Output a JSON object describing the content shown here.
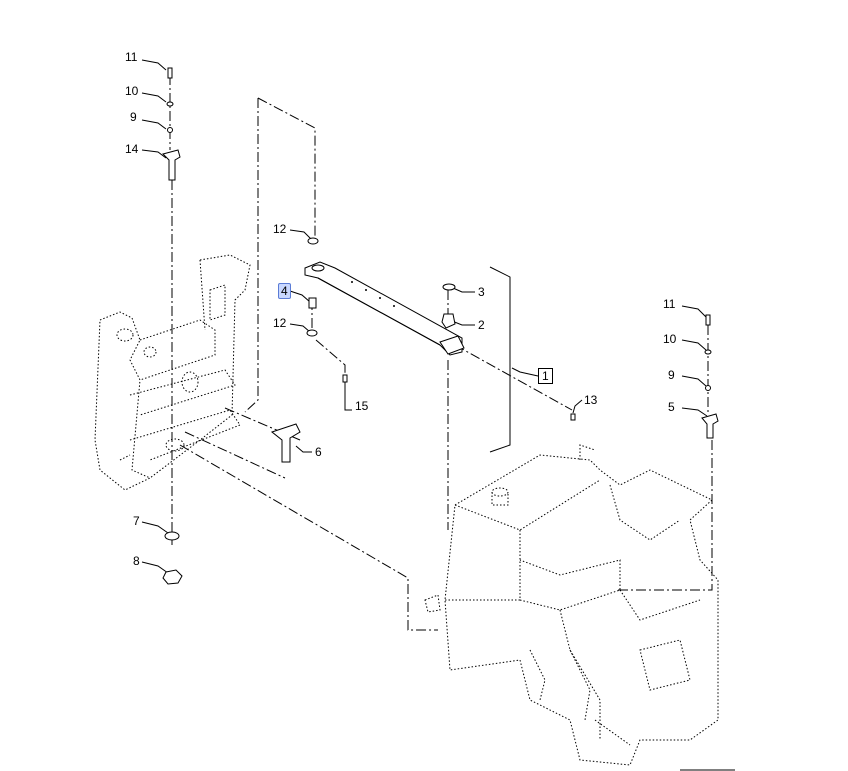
{
  "callouts": {
    "c11a": "11",
    "c10a": "10",
    "c9a": "9",
    "c14": "14",
    "c12a": "12",
    "c4": "4",
    "c12b": "12",
    "c15": "15",
    "c3": "3",
    "c2": "2",
    "c1": "1",
    "c13": "13",
    "c11b": "11",
    "c10b": "10",
    "c9b": "9",
    "c5": "5",
    "c6": "6",
    "c7": "7",
    "c8": "8"
  },
  "highlight_color": "#c9d8ff"
}
